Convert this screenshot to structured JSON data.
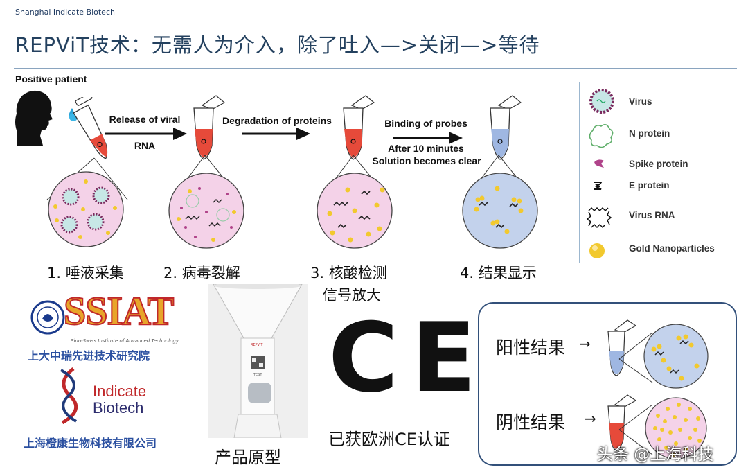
{
  "header": {
    "company": "Shanghai Indicate Biotech",
    "title": "REPViT技术：无需人为介入，除了吐入—>关闭—>等待"
  },
  "process": {
    "patient_label": "Positive patient",
    "arrows": [
      {
        "line1": "Release of viral",
        "line2": "RNA"
      },
      {
        "line1": "Degradation of proteins",
        "line2": ""
      },
      {
        "line1": "Binding of probes",
        "line2": "After 10 minutes",
        "line3": "Solution becomes clear"
      }
    ],
    "steps": [
      {
        "label": "1. 唾液采集"
      },
      {
        "label": "2. 病毒裂解"
      },
      {
        "label": "3. 核酸检测",
        "label2": "信号放大"
      },
      {
        "label": "4. 结果显示"
      }
    ]
  },
  "legend": {
    "items": [
      {
        "label": "Virus",
        "icon": "virus-icon"
      },
      {
        "label": "N protein",
        "icon": "n-protein-icon"
      },
      {
        "label": "Spike protein",
        "icon": "spike-protein-icon"
      },
      {
        "label": "E protein",
        "icon": "e-protein-icon"
      },
      {
        "label": "Virus RNA",
        "icon": "virus-rna-icon"
      },
      {
        "label": "Gold Nanoparticles",
        "icon": "gold-nanoparticle-icon"
      }
    ]
  },
  "logos": {
    "ssiat_letters": "SSIAT",
    "ssiat_subtitle": "Sino-Swiss Institute of Advanced Technology",
    "ssiat_name": "上大中瑞先进技术研究院",
    "indicate_line1": "Indicate",
    "indicate_line2": "Biotech",
    "indicate_name": "上海橙康生物科技有限公司"
  },
  "product": {
    "label": "产品原型",
    "device_brand": "REPViT",
    "device_text": "TEST"
  },
  "certification": {
    "mark": "CE",
    "label": "已获欧洲CE认证"
  },
  "results": {
    "positive": "阳性结果",
    "negative": "阴性结果",
    "arrow": "→"
  },
  "watermark": "头条 @上海科技",
  "colors": {
    "title": "#24415f",
    "pink_solution": "#f4d2e8",
    "blue_solution": "#c3d2ec",
    "red_liquid": "#e64a3a",
    "gold": "#f2c92e",
    "result_border": "#32507a"
  }
}
